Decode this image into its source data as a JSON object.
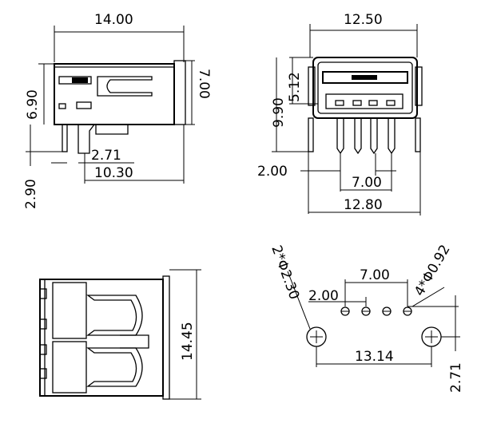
{
  "side_view": {
    "width_total": "14.00",
    "height_body": "7.00",
    "height_top": "6.90",
    "pin_len": "2.90",
    "pin_offset": "2.71",
    "pin_span": "10.30"
  },
  "front_view": {
    "width_top": "12.50",
    "height_inner": "5.12",
    "height_total": "9.90",
    "pin_left": "2.00",
    "pin_inner": "7.00",
    "width_bottom": "12.80"
  },
  "top_view": {
    "length": "14.45"
  },
  "footprint": {
    "big_hole": "2*Φ2.30",
    "small_hole": "4*Φ0.92",
    "pin_span": "7.00",
    "pin_pitch": "2.00",
    "peg_span": "13.14",
    "peg_offset": "2.71"
  }
}
